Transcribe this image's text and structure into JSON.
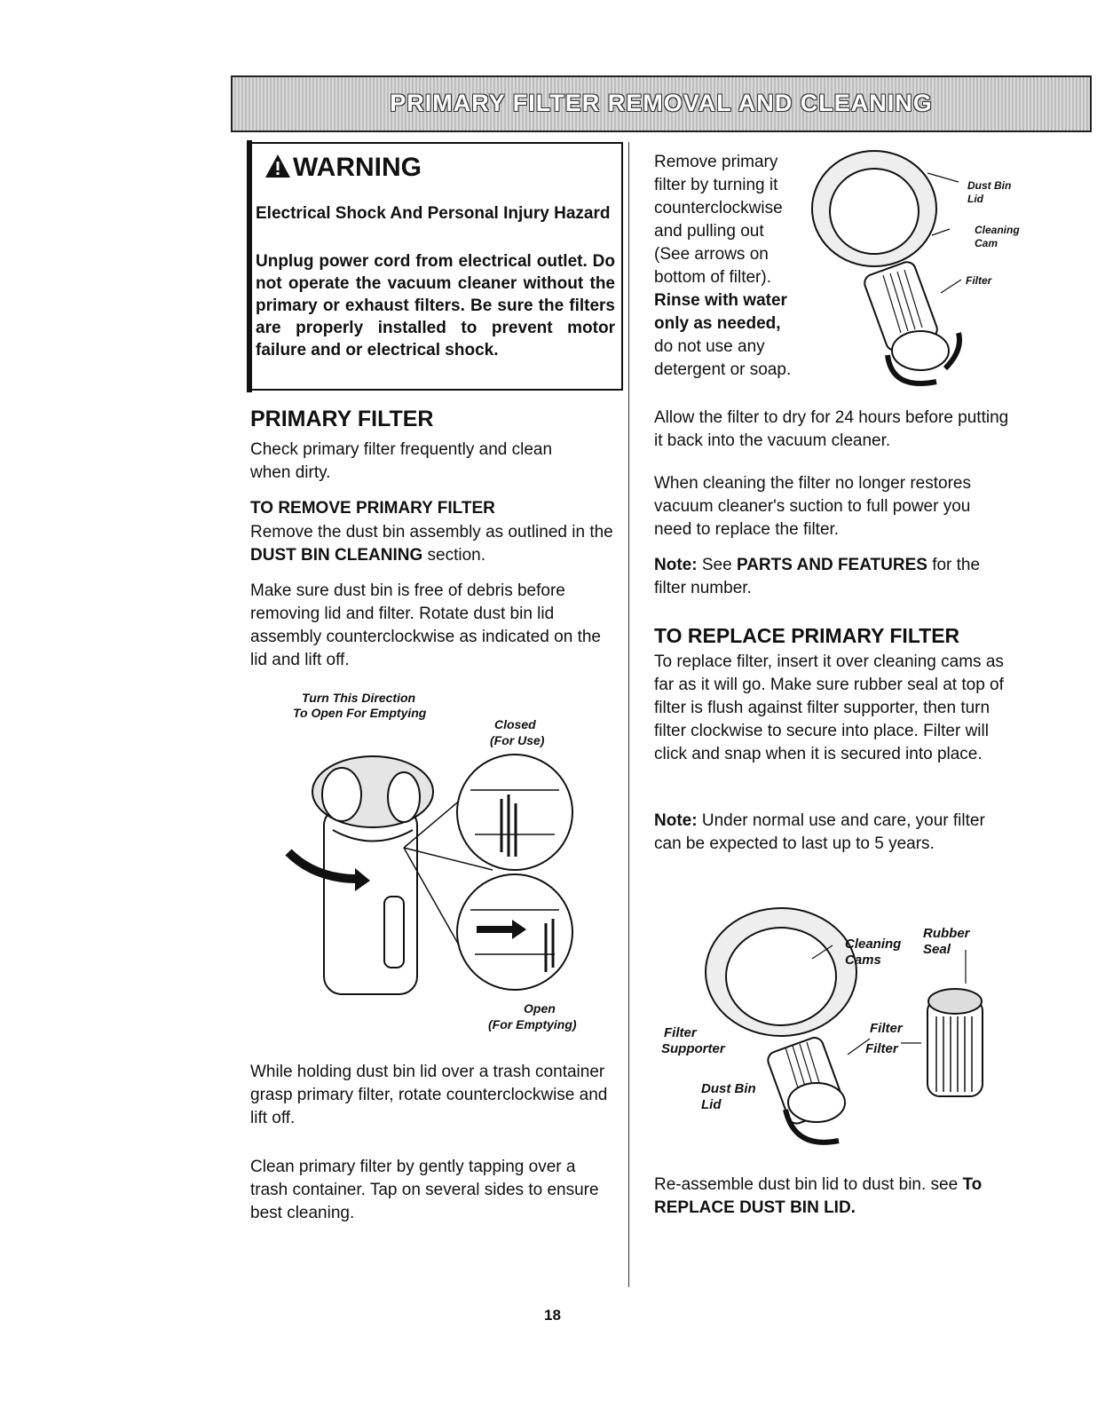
{
  "banner": {
    "title": "PRIMARY FILTER REMOVAL AND CLEANING"
  },
  "warning": {
    "heading": "WARNING",
    "subtitle": "Electrical Shock And Personal Injury Hazard",
    "body": "Unplug power cord from electrical outlet. Do not operate the vacuum cleaner without the primary or exhaust filters. Be sure the filters are properly installed to prevent motor failure and or electrical shock."
  },
  "primary": {
    "heading": "PRIMARY FILTER",
    "intro": "Check primary filter frequently and clean when dirty.",
    "remove_heading": "TO REMOVE PRIMARY FILTER",
    "remove_p1_a": "Remove the dust bin assembly as outlined in the ",
    "remove_p1_b": "DUST BIN CLEANING",
    "remove_p1_c": " section.",
    "remove_p2": "Make sure dust bin is free of debris before removing lid and filter. Rotate dust bin lid assembly counterclockwise as indicated on the lid and lift off.",
    "hold_text": "While holding dust bin lid over a trash container grasp primary filter, rotate counterclockwise and lift off.",
    "clean_text": "Clean primary filter by gently tapping over a trash container. Tap on several sides to ensure best cleaning."
  },
  "figure1": {
    "turn_line1": "Turn This Direction",
    "turn_line2": "To Open For Emptying",
    "closed": "Closed",
    "closed_sub": "(For Use)",
    "open": "Open",
    "open_sub": "(For Emptying)"
  },
  "right": {
    "rinse_a": "Remove primary filter by turning it counterclockwise and pulling out (See arrows on bottom of filter). ",
    "rinse_b": "Rinse with water only as needed,",
    "rinse_c": " do not use any detergent or soap.",
    "dry": "Allow the filter to dry for 24 hours before putting it back into the vacuum cleaner.",
    "replace_note": "When cleaning the filter no longer restores vacuum cleaner's suction to full power you need to replace the filter.",
    "note1_label": "Note:",
    "note1_a": " See ",
    "note1_b": "PARTS AND FEATURES",
    "note1_c": " for the filter number.",
    "replace_heading": "TO REPLACE PRIMARY FILTER",
    "replace_text": "To replace filter, insert it over cleaning cams as far as it will go. Make sure rubber seal at top of filter is flush against filter supporter, then turn filter clockwise to secure into place. Filter will click and snap when it is secured into place.",
    "note2_label": "Note:",
    "note2_text": " Under normal use and care, your filter can be expected to last up to 5 years.",
    "reassemble_a": "Re-assemble dust bin lid to dust bin. see ",
    "reassemble_b": "To REPLACE DUST BIN LID."
  },
  "figure2": {
    "dust_bin": "Dust Bin",
    "lid": "Lid",
    "cleaning": "Cleaning",
    "cam": "Cam",
    "filter": "Filter"
  },
  "figure3": {
    "cleaning": "Cleaning",
    "cams": "Cams",
    "rubber": "Rubber",
    "seal": "Seal",
    "filter_right": "Filter",
    "filter_far": "Filter",
    "filter_left": "Filter",
    "supporter": "Supporter",
    "dust_bin": "Dust Bin",
    "lid": "Lid"
  },
  "page_number": "18"
}
